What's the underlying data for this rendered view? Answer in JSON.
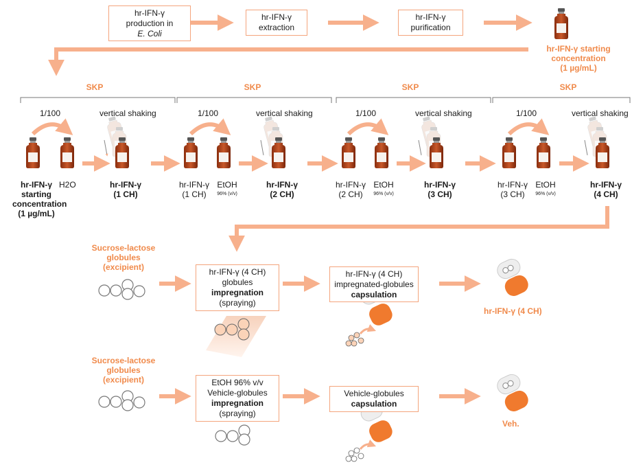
{
  "colors": {
    "accent": "#f08a4b",
    "arrow": "#f7b08c",
    "box_border": "#f4a47c",
    "bottle_body": "#b5441a",
    "bottle_cap": "#5b5b5b"
  },
  "top": {
    "box1": {
      "line1": "hr-IFN-γ",
      "line2": "production in",
      "line3": "E. Coli"
    },
    "box2": {
      "line1": "hr-IFN-γ",
      "line2": "extraction"
    },
    "box3": {
      "line1": "hr-IFN-γ",
      "line2": "purification"
    },
    "start": {
      "line1": "hr-IFN-γ starting",
      "line2": "concentration",
      "line3": "(1 µg/mL)"
    }
  },
  "skp": {
    "label": "SKP",
    "dilution": "1/100",
    "shaking": "vertical shaking",
    "solvent": "EtOH",
    "solvent_note": "96% (v/v)",
    "water": "H2O",
    "start_l1": "hr-IFN-γ",
    "start_l2": "starting",
    "start_l3": "concentration",
    "start_l4": "(1 µg/mL)",
    "stages": [
      {
        "src_l1": "hr-IFN-γ",
        "src_l2": "(1 CH)",
        "out_l1": "hr-IFN-γ",
        "out_l2": "(1 CH)"
      },
      {
        "src_l1": "hr-IFN-γ",
        "src_l2": "(2 CH)",
        "out_l1": "hr-IFN-γ",
        "out_l2": "(2 CH)"
      },
      {
        "src_l1": "hr-IFN-γ",
        "src_l2": "(3 CH)",
        "out_l1": "hr-IFN-γ",
        "out_l2": "(3 CH)"
      },
      {
        "out_l1": "hr-IFN-γ",
        "out_l2": "(4 CH)"
      }
    ]
  },
  "row3": {
    "excipient_l1": "Sucrose-lactose",
    "excipient_l2": "globules",
    "excipient_l3": "(excipient)",
    "box1_l1": "hr-IFN-γ (4 CH)",
    "box1_l2": "globules",
    "box1_l3": "impregnation",
    "box1_l4": "(spraying)",
    "box2_l1": "hr-IFN-γ (4 CH)",
    "box2_l2": "impregnated-globules",
    "box2_l3": "capsulation",
    "final": "hr-IFN-γ (4 CH)"
  },
  "row4": {
    "excipient_l1": "Sucrose-lactose",
    "excipient_l2": "globules",
    "excipient_l3": "(excipient)",
    "box1_l1": "EtOH 96% v/v",
    "box1_l2": "Vehicle-globules",
    "box1_l3": "impregnation",
    "box1_l4": "(spraying)",
    "box2_l1": "Vehicle-globules",
    "box2_l2": "capsulation",
    "final": "Veh."
  }
}
